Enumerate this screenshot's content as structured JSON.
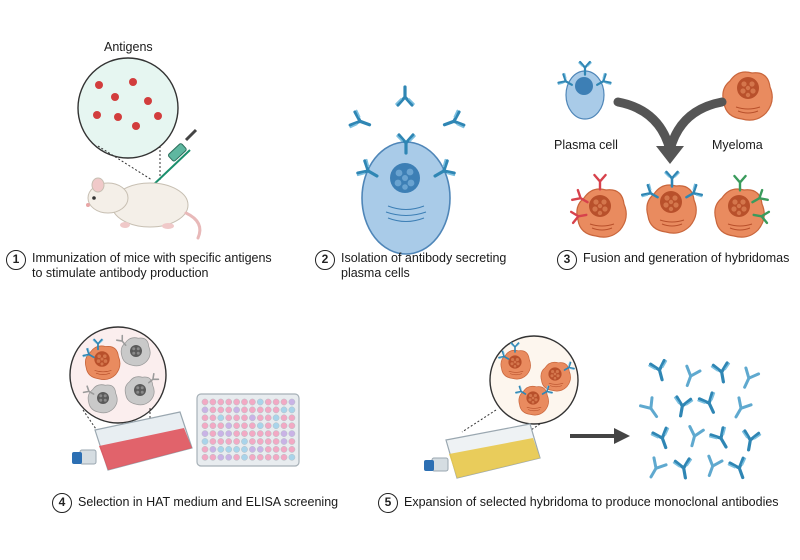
{
  "labels": {
    "antigens": "Antigens",
    "plasma_cell": "Plasma cell",
    "myeloma": "Myeloma"
  },
  "steps": [
    {
      "number": "1",
      "text": "Immunization of mice with specific antigens to stimulate antibody production"
    },
    {
      "number": "2",
      "text": "Isolation of  antibody secreting plasma cells"
    },
    {
      "number": "3",
      "text": "Fusion and generation of hybridomas"
    },
    {
      "number": "4",
      "text": "Selection in HAT medium and ELISA screening"
    },
    {
      "number": "5",
      "text": "Expansion of selected hybridoma to produce monoclonal antibodies"
    }
  ],
  "colors": {
    "antibody_blue": "#2f86b4",
    "antibody_light": "#5fa9cf",
    "plasma_cell": "#a9cbe8",
    "myeloma": "#e98b5f",
    "nucleus": "#b8502b",
    "hat_medium": "#e0535c",
    "expansion_medium": "#e8c84a",
    "red_antibody": "#d7424c",
    "green_antibody": "#3a9b5c"
  }
}
